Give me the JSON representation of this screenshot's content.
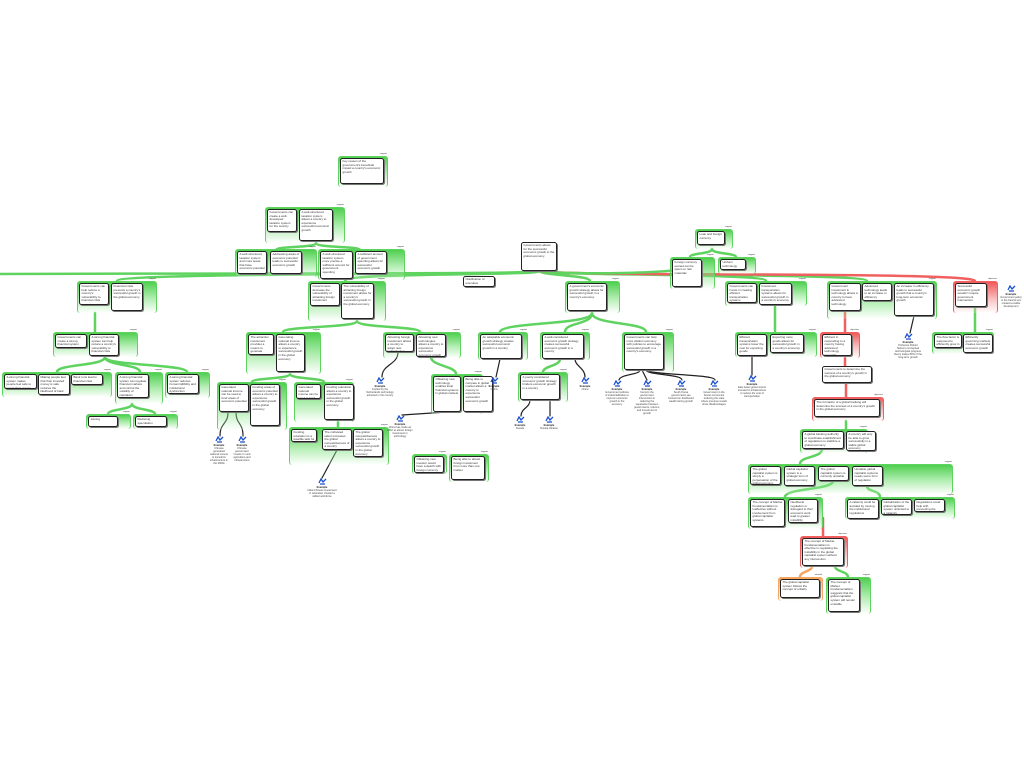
{
  "colors": {
    "support": "#5fd35f",
    "objection": "#f06060",
    "rebuttal": "#f5a560",
    "wire_example": "#222"
  },
  "standalone": [
    "Governments allows for the successful economic growth in the global economy",
    "Clarification of executive",
    "Governments to determine the success of a country's growth in the global economy"
  ],
  "groups": [
    {
      "label": "support",
      "boxes": [
        "Key reason of the government's beneficial impact a country's economic growth"
      ]
    },
    {
      "label": "support",
      "boxes": [
        "Governments can create a well-developed taxation system for the country",
        "A well-structured taxation system allows a country to experience successful economic growth"
      ]
    },
    {
      "label": "support",
      "boxes": [
        "A well-structured taxation system and more areas that have economic potential",
        "Addressing areas of economic potential leads to successful economic growth"
      ]
    },
    {
      "label": "support",
      "boxes": [
        "A well-structured taxation system more precise a sufficient amount for government spending",
        "A sufficient amount of government spending allows for successful economic growth"
      ]
    },
    {
      "label": "support",
      "boxes": [
        "Loan and foreign currency"
      ]
    },
    {
      "label": "support",
      "boxes": [
        "Foreign currency earned can be spent on raw materials"
      ]
    },
    {
      "label": "support",
      "boxes": [
        "Uniform technology"
      ]
    },
    {
      "label": "support",
      "boxes": [
        "Governments can help reduce a country's vulnerability to financial crisis",
        "Financial crisis prevents a country's successful growth in the global economy"
      ]
    },
    {
      "label": "support",
      "boxes": [
        "Governments decrease the vulnerability of attracting foreign investment",
        "The vulnerability of attracting foreign investment allows for a country's successful growth in the global economy"
      ]
    },
    {
      "label": "support",
      "boxes": [
        "A government's economic growth strategy allows for successful growth in a country's economy"
      ]
    },
    {
      "label": "support",
      "boxes": [
        "Governments can invest in creating efficient transportation systems",
        "Investment transportation systems allows for successful growth in a country's economy"
      ]
    },
    {
      "label": "support",
      "boxes": [
        "Government investment in technology allows a country to have advanced technology",
        "Advanced technology leads to an increase in efficiency",
        "An increase in efficiency leads to successful growth that a country's long-term economic growth"
      ]
    },
    {
      "label": "objection",
      "boxes": [
        "Successful economic growth wouldn't require government intervention"
      ]
    },
    {
      "label": "support",
      "boxes": [
        "Governments can create a strong financial system",
        "A strong financial system can help reduce a country's vulnerability to financial crisis"
      ]
    },
    {
      "label": "support",
      "boxes": [
        "The attraction investment provides a means to generate national income",
        "Generating national income allows a country to experience successful growth in the global economy"
      ]
    },
    {
      "label": "support",
      "boxes": [
        "Attracting foreign investment allows a country to adopt new technologies",
        "Attracting new technologies allows a country to experience successful economic growth"
      ]
    },
    {
      "label": "support",
      "boxes": [
        "An adaptable economic growth strategy creates successful economic growth in a country"
      ]
    },
    {
      "label": "support",
      "boxes": [
        "A well-considered economic growth strategy creates successful economic growth in a country"
      ]
    },
    {
      "label": "support",
      "boxes": [
        "Governments can help more distinct economy with policies to encourage successful growth in a country's economy"
      ]
    },
    {
      "label": "support",
      "boxes": [
        "Efficient transportation systems lower the cost for exporting goods",
        "Exporting more goods allows for successful growth in a country's economy"
      ]
    },
    {
      "label": "objection",
      "boxes": [
        "Efficient in responding to a country having advanced technology research"
      ]
    },
    {
      "label": "support",
      "boxes": [
        "The flow factor is supposed to efficiently grow in markets",
        "Efficiently governing markets creates successful economic growth"
      ]
    },
    {
      "label": "support",
      "boxes": [
        "A strong financial system makes people feel safe to invest their money",
        "Making people feel that their invested money is safe reduces the likelihood of bank runs",
        "Bank runs lead to financial crisis"
      ]
    },
    {
      "label": "support",
      "boxes": [
        "A strong financial system can regulate financial markets and control the volatility of capitalism"
      ]
    },
    {
      "label": "support",
      "boxes": [
        "A strong financial system reduces human fallibility and institutional dysfunction"
      ]
    },
    {
      "label": "support",
      "boxes": [
        "Generated national income can be used to fund areas of economic potential",
        "Funding areas of economic potential allows a country to experience successful growth in the global economy"
      ]
    },
    {
      "label": "support",
      "boxes": [
        "Generated national income can be used to fund education",
        "Funding education allows a country to experience successful growth in the global economy"
      ]
    },
    {
      "label": "support",
      "boxes": [
        "Obtaining new technology enables local financial systems in global markets",
        "Being able to compete in global market allows a country to experience successful economic growth"
      ]
    },
    {
      "label": "support",
      "boxes": [
        "A poorly considered economic growth strategy hinders economic growth in a country"
      ]
    },
    {
      "label": "objection",
      "boxes": [
        "The formation of a global banking will determine the success of a country's growth in the global economy"
      ]
    },
    {
      "label": "support",
      "boxes": [
        "Joining"
      ]
    },
    {
      "label": "support",
      "boxes": [
        "Reducing speculation"
      ]
    },
    {
      "label": "support",
      "boxes": [
        "Funding education is a feasible task for a country",
        "The cultivated talent increases the global competitiveness of a country",
        "The global competitiveness allows a country to experience successful growth in the global economy"
      ]
    },
    {
      "label": "support",
      "boxes": [
        "A global banking authority to coordinate establishment of regulations to stabilize a global economy",
        "A country will only be able to grow successfully in a stable global economy"
      ]
    },
    {
      "label": "support",
      "boxes": [
        "Obtaining new investor would have a dearth with foreign currency"
      ]
    },
    {
      "label": "support",
      "boxes": [
        "Being able to attract foreign investment from more than one market"
      ]
    },
    {
      "label": "support",
      "boxes": [
        "The global capitalist system is simply a perpetuation of the global economy",
        "Global capitalist system is a strategic form of global economy",
        "The global capitalist system is currently unstable",
        "Unstable global capitalist systems needs some form of regulation"
      ]
    },
    {
      "label": "support",
      "boxes": [
        "The concept of Market Fundamentalism is ineffective without involvement from global capitalist systems",
        "Neoliberal regulation or disregard to their economic work lead to greater instability"
      ]
    },
    {
      "label": "support",
      "boxes": [
        "A calamity could be avoided by moving the institutional regulations",
        "Globalization of the global capitalist system unlimited to a calamity",
        "Regulations could help with preventing the calamities"
      ]
    },
    {
      "label": "objection",
      "boxes": [
        "The concept of Market Fundamentalism is effective in regulating the instability in the global capitalist system without any intervention"
      ]
    },
    {
      "label": "rebuttal",
      "boxes": [
        "The global capitalist system follows the concept of unfairly"
      ]
    },
    {
      "label": "support",
      "boxes": [
        "The concept of Market Fundamentalism suggests that the global capitalist system will remain unstable"
      ]
    }
  ],
  "examples": [
    {
      "label": "Example",
      "text": "Chinese generated national income to transform infrastructure in the 2000s"
    },
    {
      "label": "Example",
      "text": "Chinese government invests in rural agriculture and infrastructure"
    },
    {
      "label": "Example",
      "text": "Implied by the Netherlands technology attracted in the country"
    },
    {
      "label": "Example",
      "text": "Initial Chinese investment in education created a skilled workforce"
    },
    {
      "label": "Example",
      "text": "China has made an effort to attract foreign investment in technology"
    },
    {
      "label": "Example",
      "text": "China"
    },
    {
      "label": "Example",
      "text": "Russia"
    },
    {
      "label": "Example",
      "text": "Russia Ukraine"
    },
    {
      "label": "Example",
      "text": "China"
    },
    {
      "label": "Example",
      "text": "Government policies of industrialization to improve economic growth in the economy"
    },
    {
      "label": "Example",
      "text": "Kenya's the government intervention in reducing the separation between governments, reforms, and investment in growth"
    },
    {
      "label": "Example",
      "text": "South Korea governments are focused on distributed wealth during growth"
    },
    {
      "label": "Example",
      "text": "Government in the Soviet economies reducing the state where previous results show disadvantages"
    },
    {
      "label": "Example",
      "text": "East Asian governments invested in infrastructure to reduce the cost of transportation"
    },
    {
      "label": "Example",
      "text": "Professor Robert Solow's conceptual technological progress theory states 80% of the long-term growth"
    },
    {
      "label": "Example",
      "text": "Government policy in the Fascist era created a stable development"
    }
  ]
}
